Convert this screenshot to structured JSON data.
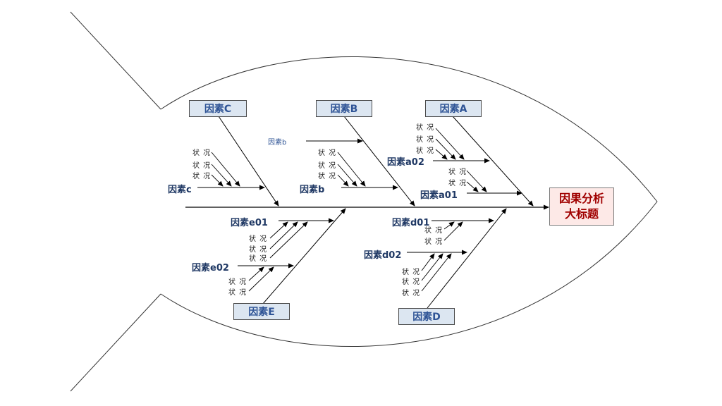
{
  "title": {
    "line1": "因果分析",
    "line2": "大标题"
  },
  "categories": {
    "A": "因素A",
    "B": "因素B",
    "C": "因素C",
    "D": "因素D",
    "E": "因素E"
  },
  "factors": {
    "a01": "因素a01",
    "a02": "因素a02",
    "b": "因素b",
    "b_small": "因素b",
    "c": "因素c",
    "d01": "因素d01",
    "d02": "因素d02",
    "e01": "因素e01",
    "e02": "因素e02"
  },
  "status_label": "状 况",
  "colors": {
    "box_fill": "#dce6f1",
    "box_text": "#2f5496",
    "title_fill": "#fde9e7",
    "title_text": "#a00000",
    "label_text": "#1f3864"
  }
}
